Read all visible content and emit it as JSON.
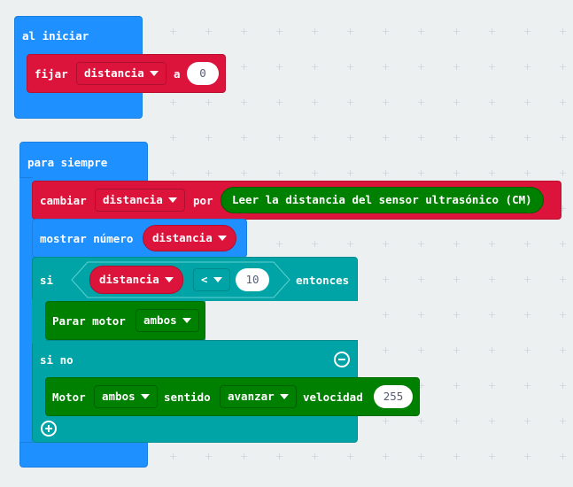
{
  "on_start": {
    "header": "al iniciar",
    "set_block": {
      "label": "fijar",
      "variable": "distancia",
      "connector": "a",
      "value": "0"
    }
  },
  "forever": {
    "header": "para siempre",
    "change_block": {
      "label": "cambiar",
      "variable": "distancia",
      "connector": "por",
      "sensor_label": "Leer la distancia del sensor ultrasónico (CM)"
    },
    "show_number": {
      "label": "mostrar número",
      "variable": "distancia"
    },
    "if_block": {
      "if_label": "si",
      "variable": "distancia",
      "operator": "<",
      "compare_value": "10",
      "then_label": "entonces",
      "stop_motor": {
        "label": "Parar motor",
        "motor": "ambos"
      },
      "else_label": "si no",
      "motor_block": {
        "label": "Motor",
        "motor": "ambos",
        "direction_label": "sentido",
        "direction": "avanzar",
        "speed_label": "velocidad",
        "speed": "255"
      }
    }
  },
  "colors": {
    "events": "#1e90ff",
    "variables": "#dc143c",
    "logic": "#00a4a6",
    "motors": "#008000",
    "canvas": "#ecf0f1"
  },
  "icons": {
    "remove": "minus-circle-icon",
    "add": "plus-circle-icon",
    "dropdown": "caret-down-icon"
  }
}
